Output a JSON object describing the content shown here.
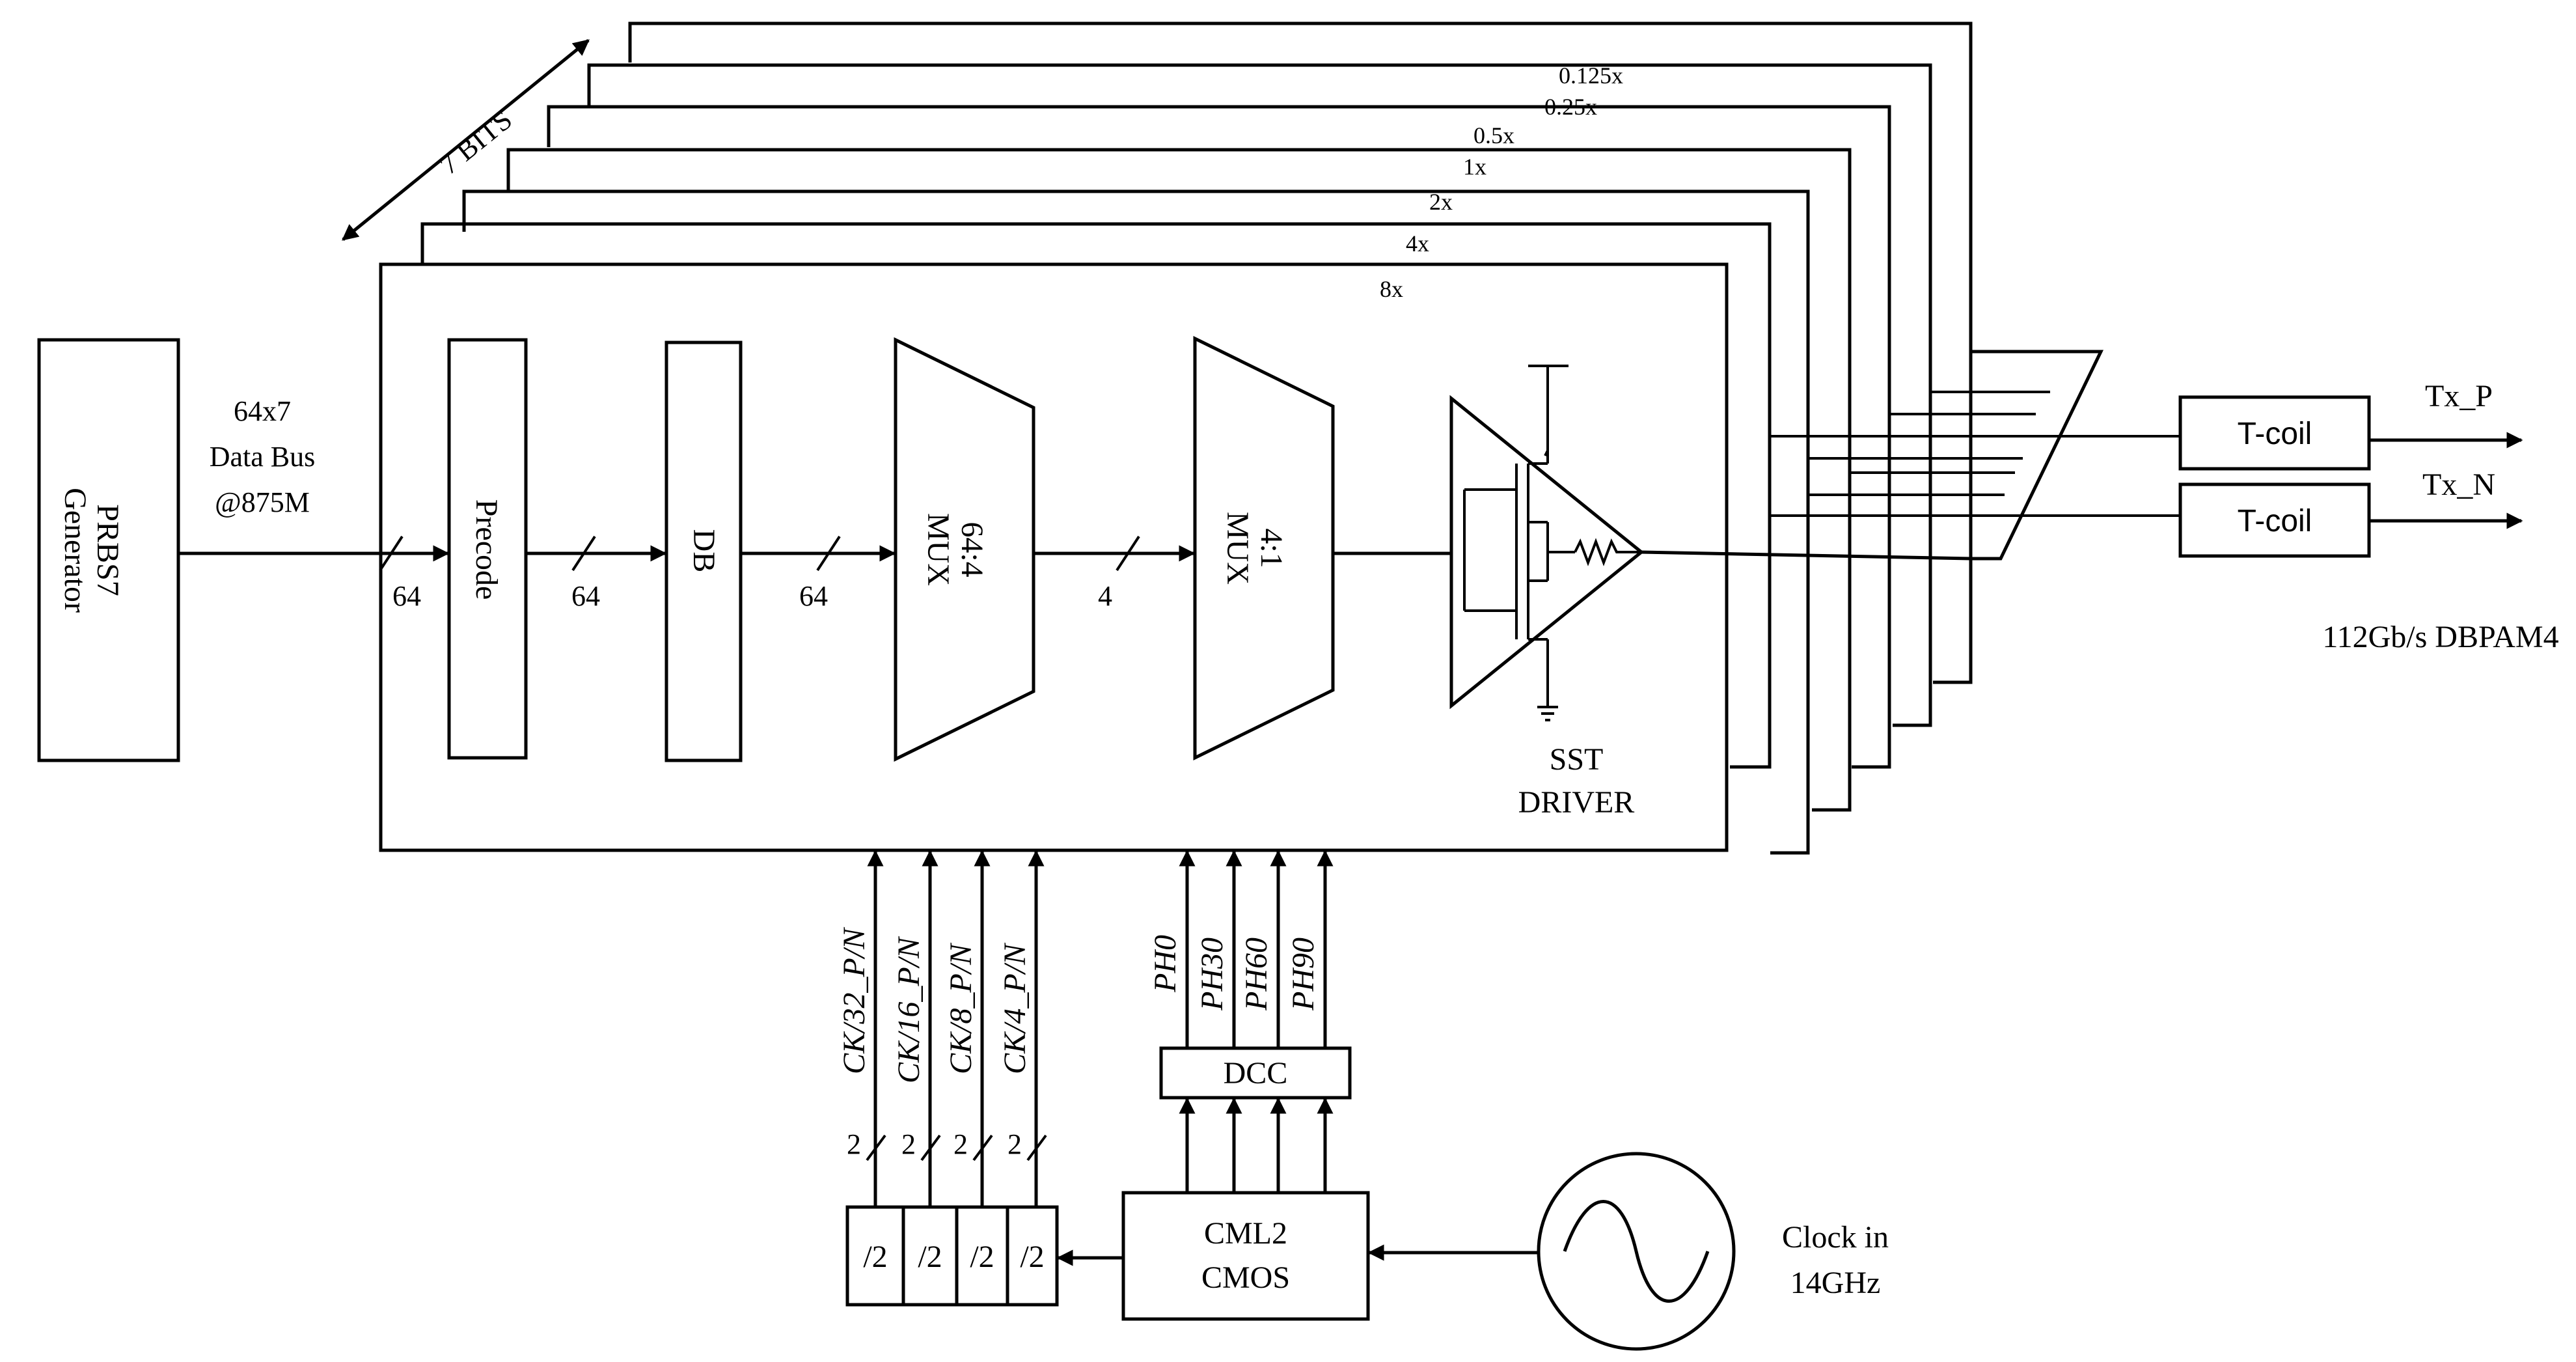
{
  "blocks": {
    "prbs": [
      "PRBS7",
      "Generator"
    ],
    "precode": "Precode",
    "db": "DB",
    "mux64": [
      "64:4",
      "MUX"
    ],
    "mux4": [
      "4:1",
      "MUX"
    ],
    "sst": [
      "SST",
      "DRIVER"
    ],
    "tcoil_p": "T-coil",
    "tcoil_n": "T-coil",
    "dcc": "DCC",
    "cml": [
      "CML2",
      "CMOS"
    ],
    "div": [
      "/2",
      "/2",
      "/2",
      "/2"
    ]
  },
  "labels": {
    "bus": [
      "64x7",
      "Data Bus",
      "@875M"
    ],
    "bus_widths": [
      "64",
      "64",
      "64",
      "4"
    ],
    "bits": "7 BITS",
    "slices": [
      "0.125x",
      "0.25x",
      "0.5x",
      "1x",
      "2x",
      "4x",
      "8x"
    ],
    "tx_p": "Tx_P",
    "tx_n": "Tx_N",
    "rate": "112Gb/s DBPAM4",
    "clock": [
      "Clock in",
      "14GHz"
    ],
    "clocks": [
      "CK/32_P/N",
      "CK/16_P/N",
      "CK/8_P/N",
      "CK/4_P/N"
    ],
    "clock_width": "2",
    "phases": [
      "PH0",
      "PH30",
      "PH60",
      "PH90"
    ]
  }
}
